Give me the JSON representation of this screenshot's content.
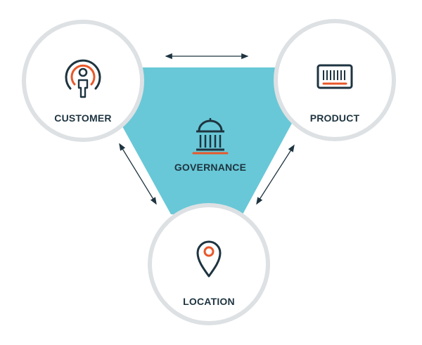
{
  "colors": {
    "accent": "#68c8d7",
    "ring": "#dde1e4",
    "ink": "#1e3440",
    "highlight": "#e8582a"
  },
  "center": {
    "label": "GOVERNANCE",
    "icon": "capitol-building-icon"
  },
  "nodes": {
    "customer": {
      "label": "CUSTOMER",
      "icon": "person-broadcast-icon"
    },
    "product": {
      "label": "PRODUCT",
      "icon": "barcode-icon"
    },
    "location": {
      "label": "LOCATION",
      "icon": "map-pin-icon"
    }
  },
  "connections": [
    {
      "from": "CUSTOMER",
      "to": "PRODUCT",
      "direction": "bidirectional"
    },
    {
      "from": "CUSTOMER",
      "to": "LOCATION",
      "direction": "bidirectional"
    },
    {
      "from": "PRODUCT",
      "to": "LOCATION",
      "direction": "bidirectional"
    }
  ]
}
